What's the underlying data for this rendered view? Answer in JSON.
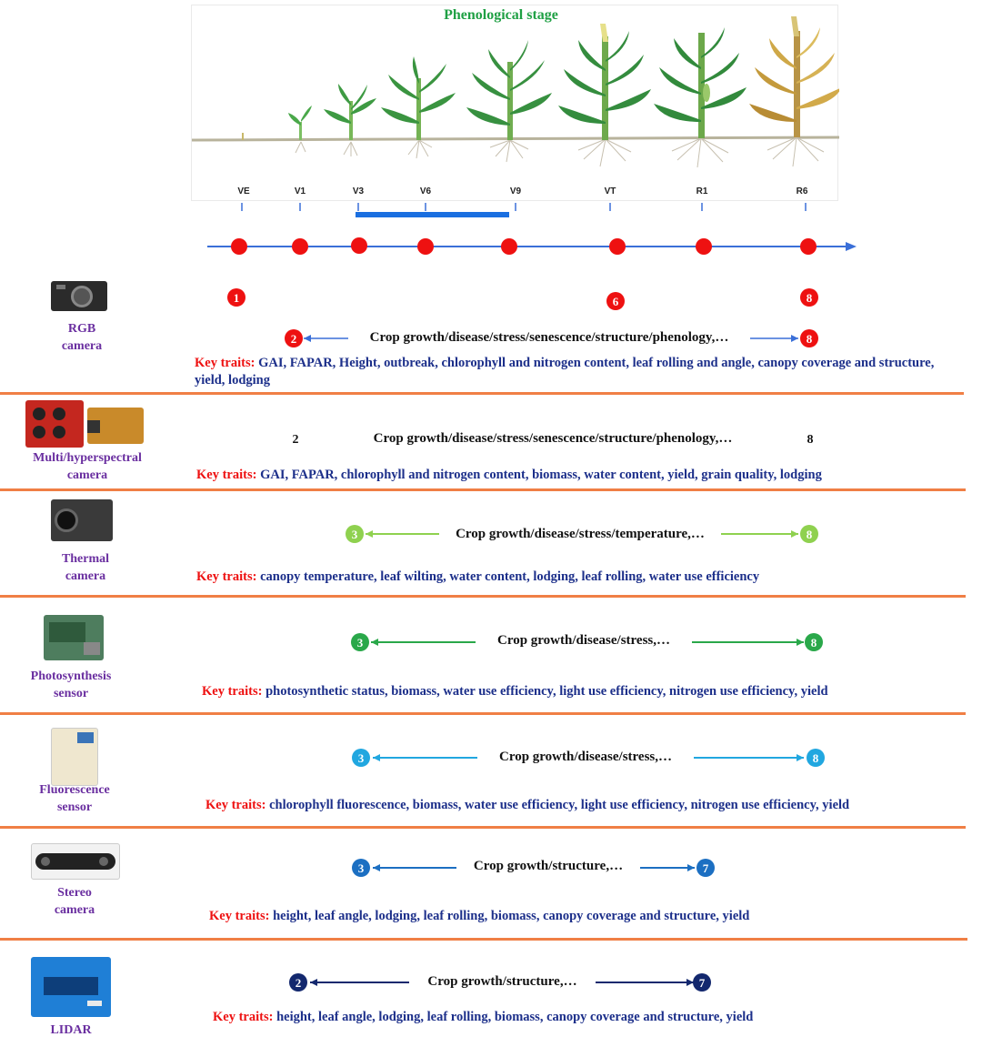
{
  "header": {
    "title": "Phenological stage",
    "stages": [
      "VE",
      "V1",
      "V3",
      "V6",
      "V9",
      "VT",
      "R1",
      "R6"
    ],
    "top_markers": [
      "1",
      "6",
      "8"
    ]
  },
  "colors": {
    "timeline": "#3a6fd8",
    "stage_dot": "#ee1111",
    "bracket": "#1a6fe0",
    "divider": "#f07f45",
    "sensor_label": "#6a2fa0",
    "trait_text": "#1c2f8a",
    "trait_key": "#ee1111"
  },
  "sensors": [
    {
      "label_line1": "RGB",
      "label_line2": "camera",
      "start": "2",
      "end": "8",
      "range_text": "Crop growth/disease/stress/senescence/structure/phenology,…",
      "key_label": "Key traits:",
      "traits": "GAI, FAPAR, Height, outbreak, chlorophyll and nitrogen content, leaf rolling and angle,  canopy coverage and structure, yield, lodging",
      "color": "#ee1111"
    },
    {
      "label_line1": "Multi/hyperspectral",
      "label_line2": "camera",
      "start": "2",
      "end": "8",
      "range_text": "Crop growth/disease/stress/senescence/structure/phenology,…",
      "key_label": "Key traits:",
      "traits": "GAI, FAPAR, chlorophyll and nitrogen content, biomass, water content, yield, grain quality, lodging",
      "color": "#111111"
    },
    {
      "label_line1": "Thermal",
      "label_line2": "camera",
      "start": "3",
      "end": "8",
      "range_text": "Crop growth/disease/stress/temperature,…",
      "key_label": "Key traits:",
      "traits": "canopy temperature, leaf wilting, water content, lodging, leaf rolling, water use efficiency",
      "color": "#8fd14f"
    },
    {
      "label_line1": "Photosynthesis",
      "label_line2": "sensor",
      "start": "3",
      "end": "8",
      "range_text": "Crop growth/disease/stress,…",
      "key_label": "Key traits:",
      "traits": "photosynthetic status, biomass, water use efficiency, light use efficiency, nitrogen use efficiency, yield",
      "color": "#2aa84a"
    },
    {
      "label_line1": "Fluorescence",
      "label_line2": "sensor",
      "start": "3",
      "end": "8",
      "range_text": "Crop growth/disease/stress,…",
      "key_label": "Key traits:",
      "traits": "chlorophyll fluorescence, biomass, water use efficiency, light use efficiency, nitrogen use efficiency, yield",
      "color": "#21a7e0"
    },
    {
      "label_line1": "Stereo",
      "label_line2": "camera",
      "start": "3",
      "end": "7",
      "range_text": "Crop growth/structure,…",
      "key_label": "Key traits:",
      "traits": "height, leaf angle,  lodging, leaf rolling, biomass, canopy coverage and structure, yield",
      "color": "#1c6fc2"
    },
    {
      "label_line1": "LIDAR",
      "label_line2": "",
      "start": "2",
      "end": "7",
      "range_text": "Crop growth/structure,…",
      "key_label": "Key traits:",
      "traits": "height, leaf angle,  lodging, leaf rolling, biomass, canopy coverage and structure, yield",
      "color": "#13286e"
    }
  ]
}
